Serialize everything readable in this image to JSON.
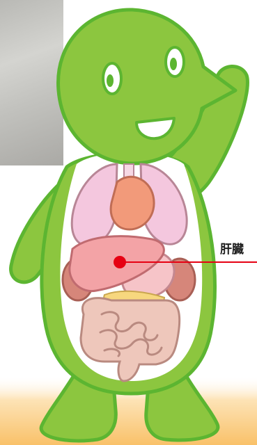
{
  "annotation": {
    "organ_label": "肝臓"
  },
  "colors": {
    "body_green": "#8cc63f",
    "outline_green": "#5cb531",
    "belly_white": "#ffffff",
    "liver": "#f3a3a6",
    "lungs": "#f4c7de",
    "heart": "#f29a7a",
    "intestine": "#eec7bb",
    "kidney": "#d6867a",
    "pointer_red": "#e60012",
    "ground_orange": "#f9c169"
  },
  "icons": {
    "mascot": "green-mascot-illustration",
    "photo": "background-photo"
  }
}
